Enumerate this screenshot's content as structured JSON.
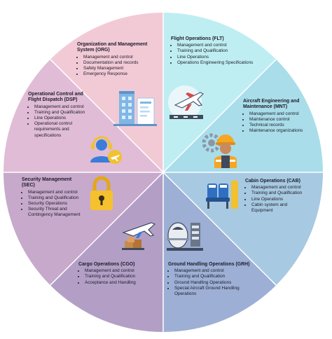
{
  "colors": {
    "org": "#f2cad6",
    "flt": "#bfeef2",
    "dsp": "#e0bcd6",
    "mnt": "#a9dde9",
    "sec": "#c7a9cc",
    "cab": "#a7c9e2",
    "cgo": "#b39fc6",
    "grh": "#9dafd5",
    "divider": "#ffffff"
  },
  "segments": {
    "org": {
      "title": "Organization and Management System (ORG)",
      "items": [
        "Management and control",
        "Documentation and records",
        "Safety Management",
        "Emergency Response"
      ],
      "icon": "office-building-icon"
    },
    "flt": {
      "title": "Flight Operations (FLT)",
      "items": [
        "Management and control",
        "Training and Qualification",
        "Line Operations",
        "Operations Engineering Specifications"
      ],
      "icon": "airplane-takeoff-icon"
    },
    "dsp": {
      "title": "Operational Control and Flight Dispatch (DSP)",
      "items": [
        "Management and control",
        "Training and Qualification",
        "Line Operations",
        "Operational control requirements and specifications"
      ],
      "icon": "dispatcher-headset-icon"
    },
    "mnt": {
      "title": "Aircraft Engineering and Maintenance (MNT)",
      "items": [
        "Management and control",
        "Maintenance control",
        "Technical records",
        "Maintenance organizations"
      ],
      "icon": "engineer-gear-icon"
    },
    "sec": {
      "title": "Security Management (SEC)",
      "items": [
        "Management and control",
        "Training and Qualification",
        "Security Operations",
        "Security Threat and Contingency Management"
      ],
      "icon": "padlock-icon"
    },
    "cab": {
      "title": "Cabin Operations (CAB)",
      "items": [
        "Management and control",
        "Training and Qualification",
        "Line Operations",
        "Cabin system and Equipment"
      ],
      "icon": "cabin-seats-icon"
    },
    "cgo": {
      "title": "Cargo Operations (CGO)",
      "items": [
        "Management and control",
        "Training and Qualification",
        "Acceptance and Handling"
      ],
      "icon": "cargo-plane-icon"
    },
    "grh": {
      "title": "Ground Handling Operations (GRH)",
      "items": [
        "Management and control",
        "Training and Qualification",
        "Ground Handling Operations",
        "Special Aircraft Ground Handling Operations"
      ],
      "icon": "ground-aircraft-icon"
    }
  }
}
